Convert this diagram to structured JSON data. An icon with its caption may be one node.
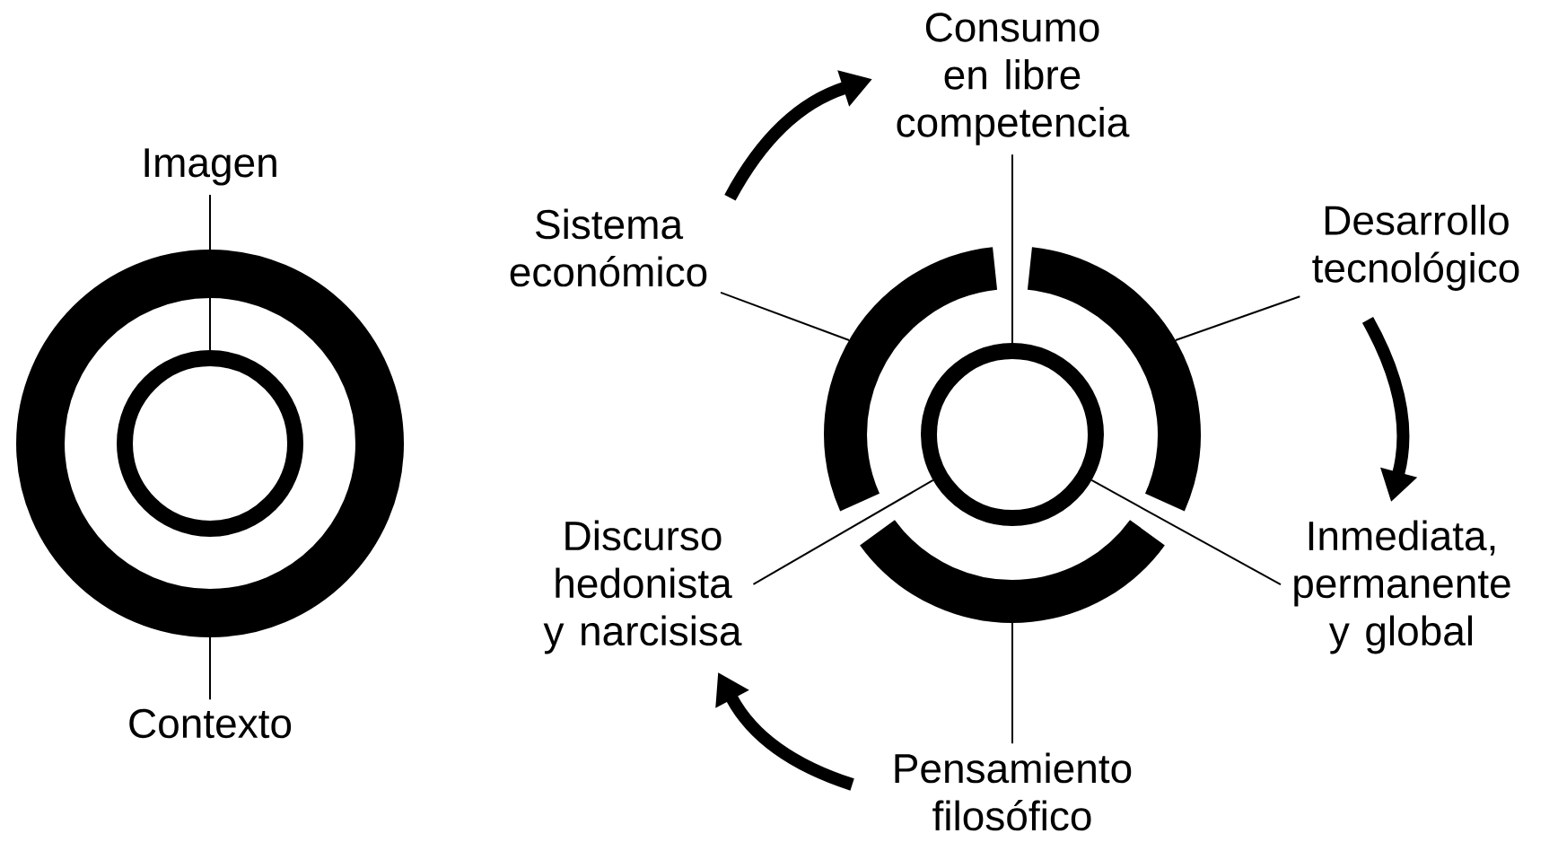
{
  "diagram": {
    "nodes": [
      {
        "text": [
          "Imagen"
        ]
      },
      {
        "text": [],
        "shape": "circle"
      },
      {
        "text": [],
        "shape": "circle",
        "in": 1
      },
      {
        "text": [
          "Contexto"
        ]
      },
      {
        "text": [
          "Consumo en libre competencia"
        ]
      },
      {
        "text": [
          "Sistema económico"
        ]
      },
      {
        "text": [
          "Desarrollo tecnológico"
        ]
      },
      {
        "text": [],
        "shape": "arc"
      },
      {
        "text": [],
        "shape": "arc"
      },
      {
        "text": [],
        "shape": "circle"
      },
      {
        "text": [],
        "shape": "arc"
      },
      {
        "text": [
          "Discurso hedonista y narcisisa"
        ]
      },
      {
        "text": [
          "Inmediata, permanente y global"
        ]
      },
      {
        "text": [
          "Pensamiento filosófico"
        ]
      }
    ],
    "edges": [
      {
        "from": 0,
        "to": 2,
        "arrow": "none"
      },
      {
        "from": 3,
        "to": 1,
        "arrow": "none"
      },
      {
        "from": 4,
        "to": 9,
        "arrow": "none"
      },
      {
        "from": 5,
        "to": 7,
        "arrow": "none"
      },
      {
        "from": 6,
        "to": 8,
        "arrow": "none"
      },
      {
        "from": 11,
        "to": 9,
        "arrow": "none"
      },
      {
        "from": 12,
        "to": 9,
        "arrow": "none"
      },
      {
        "from": 13,
        "to": 10,
        "arrow": "none"
      },
      {
        "from": 5,
        "to": 4,
        "arrow": "to",
        "style": "thick"
      },
      {
        "from": 6,
        "to": 12,
        "arrow": "to",
        "style": "thick"
      },
      {
        "from": 13,
        "to": 11,
        "arrow": "to",
        "style": "thick"
      }
    ]
  }
}
